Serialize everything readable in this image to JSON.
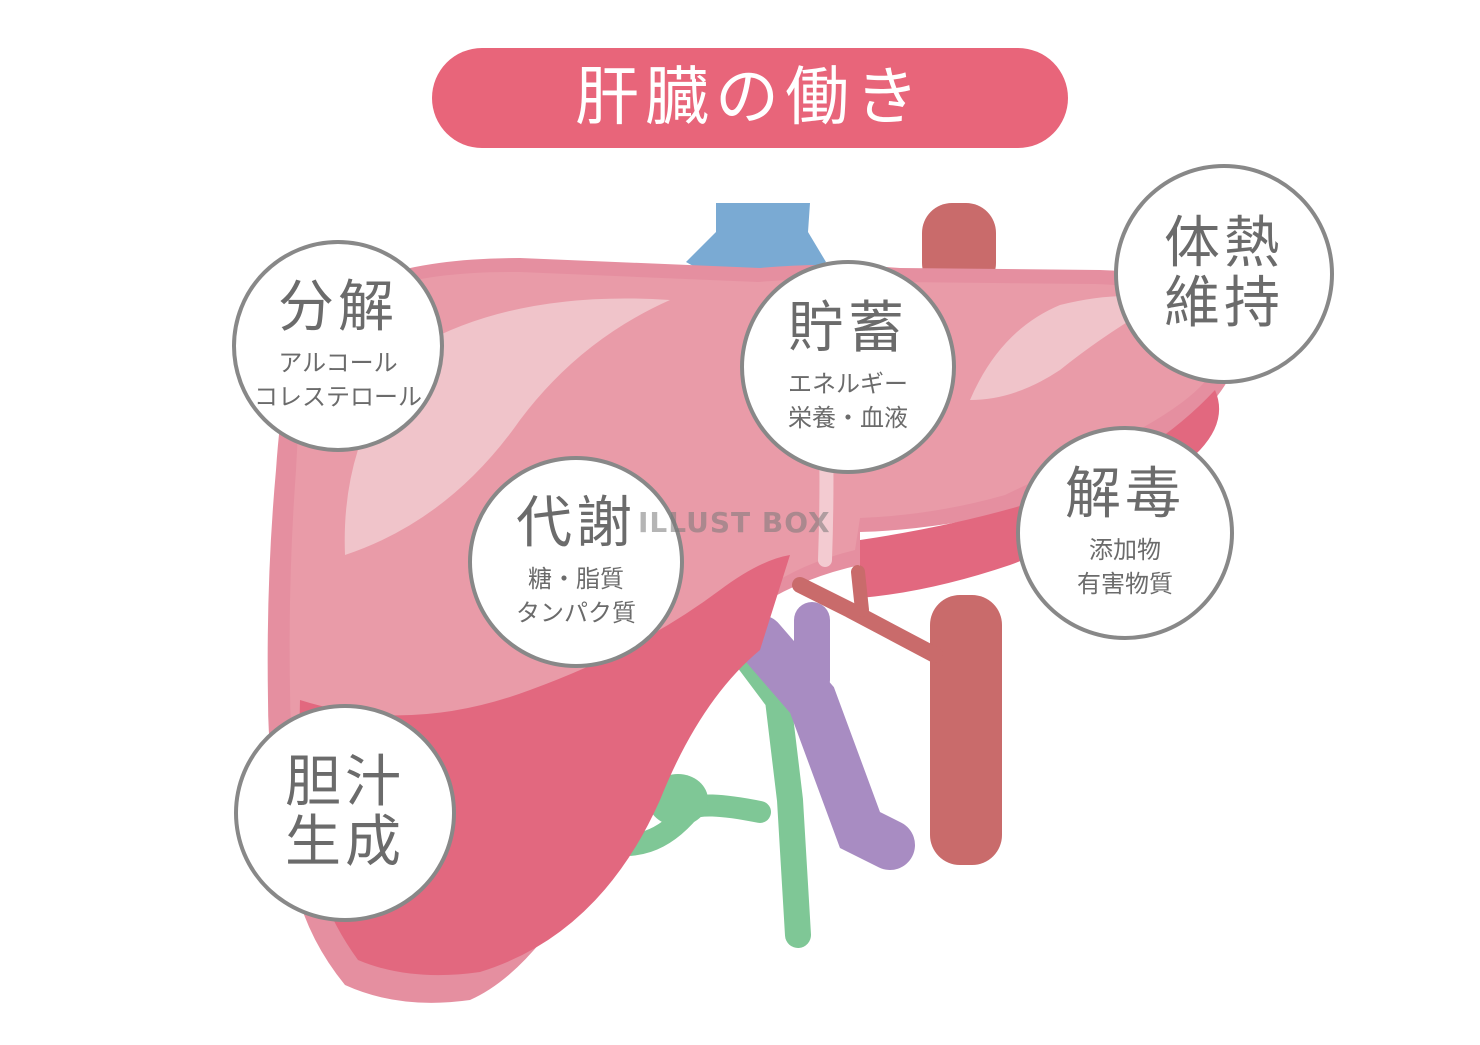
{
  "title": "肝臓の働き",
  "watermark": "ILLUST BOX",
  "functions": {
    "bunkai": {
      "main": "分解",
      "sub1": "アルコール",
      "sub2": "コレステロール"
    },
    "chozo": {
      "main": "貯蓄",
      "sub1": "エネルギー",
      "sub2": "栄養・血液"
    },
    "taine": {
      "main1": "体熱",
      "main2": "維持"
    },
    "taisha": {
      "main": "代謝",
      "sub1": "糖・脂質",
      "sub2": "タンパク質"
    },
    "gedoku": {
      "main": "解毒",
      "sub1": "添加物",
      "sub2": "有害物質"
    },
    "tanju": {
      "main1": "胆汁",
      "main2": "生成"
    }
  },
  "colors": {
    "banner": "#e8657a",
    "liver_light": "#e99ba8",
    "liver_highlight": "#f0c4ca",
    "liver_dark": "#e2687f",
    "liver_outline": "#e58fa0",
    "vena_cava_top": "#7aaad3",
    "aorta": "#c96b6b",
    "portal_vein": "#a88cc2",
    "bile_duct": "#7fc796",
    "bubble_border": "#888888",
    "text_gray": "#6b6b6b"
  },
  "icons": [
    "liver-organ-icon",
    "vena-cava-icon",
    "aorta-icon",
    "portal-vein-icon",
    "bile-duct-icon",
    "gallbladder-icon"
  ]
}
